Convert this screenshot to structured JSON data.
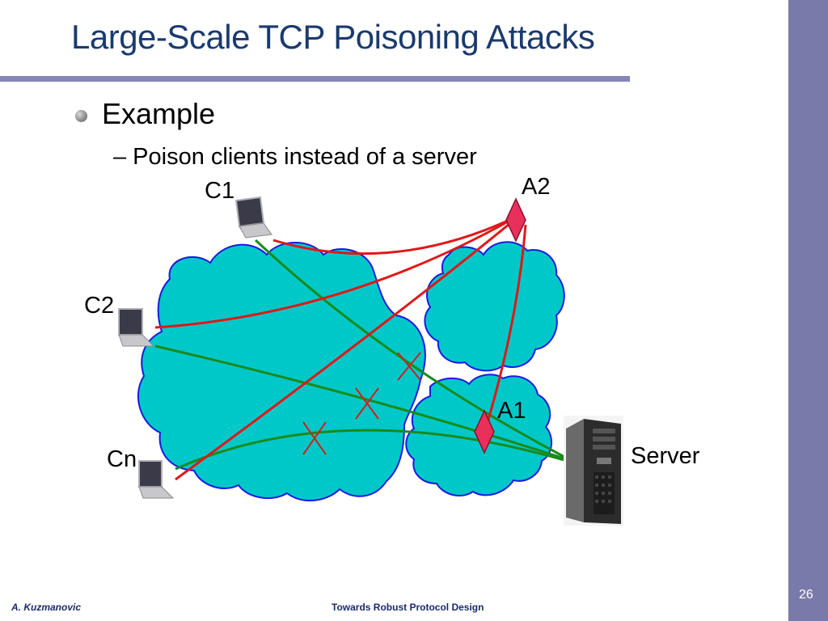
{
  "slide": {
    "title": "Large-Scale TCP Poisoning Attacks",
    "bullet": "Example",
    "sub_bullet": "– Poison clients instead of a server",
    "page_number": "26"
  },
  "diagram": {
    "clients": [
      "C1",
      "C2",
      "Cn"
    ],
    "attackers": [
      "A2",
      "A1"
    ],
    "server_label": "Server",
    "colors": {
      "cloud_fill": "#00c8c8",
      "cloud_stroke": "#1a1ae0",
      "attack_line": "#e01818",
      "legit_line": "#1a8a1a",
      "attacker_node": "#e8305a",
      "cut_mark": "#d02020"
    }
  },
  "footer": {
    "author": "A. Kuzmanovic",
    "talk_title": "Towards Robust Protocol Design"
  }
}
